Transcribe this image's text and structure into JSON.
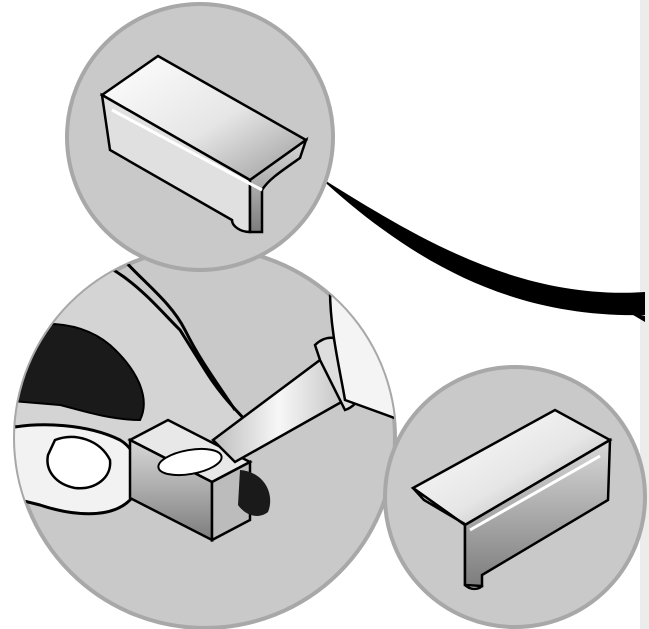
{
  "illustration": {
    "kind": "assembly-instruction",
    "steps": [
      {
        "id": "clip-part-detail",
        "depicts": "clip-part"
      },
      {
        "id": "apply-glue",
        "depicts": "hand-holding-clip-with-glue-nozzle"
      },
      {
        "id": "clip-part-result",
        "depicts": "clip-part"
      }
    ],
    "colors": {
      "circle_fill": "#c9c9c9",
      "circle_stroke": "#a8a8a8",
      "part_light": "#f2f2f2",
      "part_shadow": "#8a8a8a",
      "outline": "#000000",
      "background": "#ffffff"
    }
  }
}
